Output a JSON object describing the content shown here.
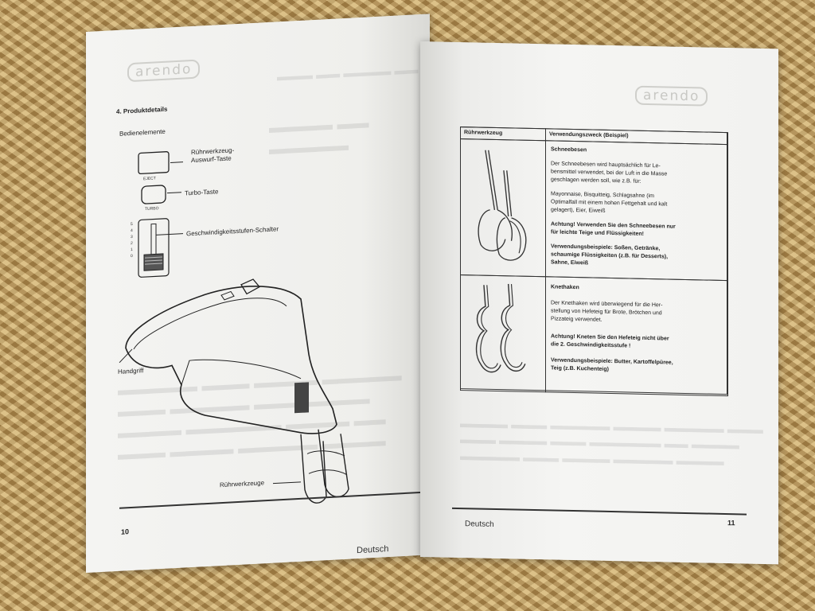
{
  "left_page": {
    "logo": "arendo",
    "section_title": "4. Produktdetails",
    "controls_heading": "Bedienelemente",
    "controls": {
      "eject_label": "Rührwerkzeug-\nAuswurf-Taste",
      "eject_button": "EJECT",
      "turbo_label": "Turbo-Taste",
      "turbo_button": "TURBO",
      "speed_label": "Geschwindigkeitsstufen-Schalter",
      "speed_levels": [
        "5",
        "4",
        "3",
        "2",
        "1",
        "0"
      ],
      "handle_label": "Handgriff",
      "beaters_label": "Rührwerkzeuge"
    },
    "page_number": "10",
    "language": "Deutsch"
  },
  "right_page": {
    "logo": "arendo",
    "table": {
      "header_tool": "Rührwerkzeug",
      "header_use": "Verwendungszweck (Beispiel)",
      "rows": [
        {
          "tool_icon": "whisk-icon",
          "title": "Schneebesen",
          "description": "Der Schneebesen wird hauptsächlich für Le-\nbensmittel verwendet, bei der Luft in die Masse\ngeschlagen werden soll, wie z.B. für:",
          "examples_text": "Mayonnaise, Bisquitteig, Schlagsahne (im\nOptimalfall mit einem hohen Fettgehalt und kalt\ngelagert), Eier, Eiweiß",
          "warning": "Achtung! Verwenden Sie den Schneebesen nur\nfür leichte Teige und Flüssigkeiten!",
          "usage": "Verwendungsbeispiele: Soßen, Getränke,\nschaumige Flüssigkeiten (z.B. für Desserts),\nSahne, Eiweiß"
        },
        {
          "tool_icon": "dough-hook-icon",
          "title": "Knethaken",
          "description": "Der Knethaken wird überwiegend für die Her-\nstellung von Hefeteig für Brote, Brötchen und\nPizzateig verwendet.",
          "warning": "Achtung! Kneten Sie den Hefeteig nicht über\ndie 2. Geschwindigkeitsstufe !",
          "usage": "Verwendungsbeispiele: Butter, Kartoffelpüree,\nTeig (z.B. Kuchenteig)"
        }
      ]
    },
    "page_number": "11",
    "language": "Deutsch"
  },
  "colors": {
    "paper": "#f3f3f1",
    "ink": "#222222",
    "rug": "#b8955a"
  }
}
